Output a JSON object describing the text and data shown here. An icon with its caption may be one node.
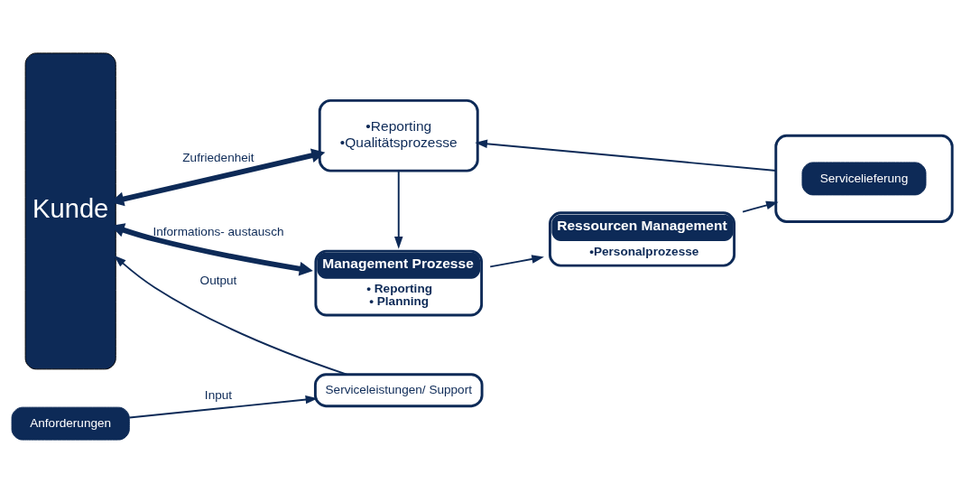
{
  "diagram": {
    "nodes": [
      {
        "text": [
          "Kunde"
        ]
      },
      {
        "text": [
          "Management Prozesse",
          "• Reporting",
          "• Planning"
        ]
      },
      {
        "text": [
          "Ressourcen Management",
          "•Personalprozesse"
        ]
      },
      {
        "text": [],
        "shape": "box"
      },
      {
        "text": [
          "Servicelieferung"
        ],
        "in": 3
      },
      {
        "text": [
          "Serviceleistungen/ Support"
        ]
      },
      {
        "text": [
          "•Reporting",
          "•Qualitätsprozesse"
        ]
      },
      {
        "text": [
          "Anforderungen"
        ]
      }
    ],
    "edges": [
      {
        "from": 1,
        "to": 0,
        "arrow": "both",
        "label": "Informations- austausch",
        "style": "thick"
      },
      {
        "from": 6,
        "to": 0,
        "arrow": "both",
        "label": "Zufriedenheit",
        "style": "thick"
      },
      {
        "from": 1,
        "to": 2,
        "arrow": "to"
      },
      {
        "from": 2,
        "to": 3,
        "arrow": "to"
      },
      {
        "from": 3,
        "to": 6,
        "arrow": "to"
      },
      {
        "from": 6,
        "to": 1,
        "arrow": "to"
      },
      {
        "from": 7,
        "to": 5,
        "arrow": "to",
        "label": "Input"
      },
      {
        "from": 5,
        "to": 0,
        "arrow": "to",
        "label": "Output"
      }
    ]
  }
}
